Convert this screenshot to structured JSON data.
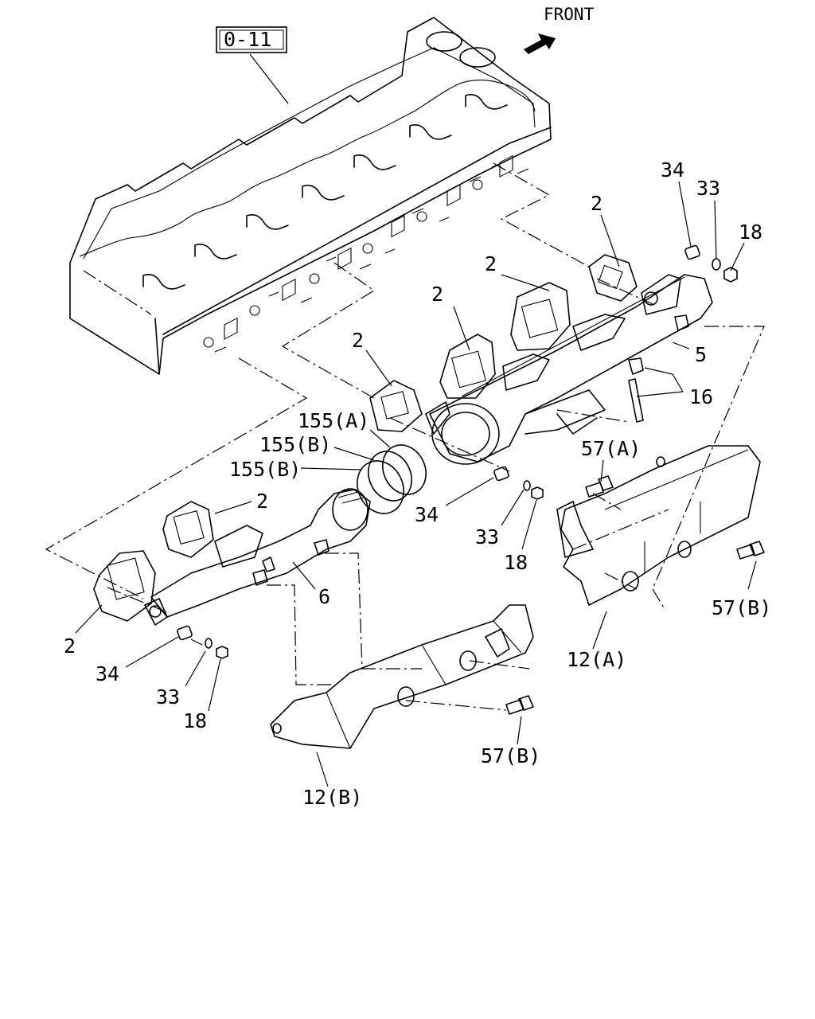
{
  "ref_box": "0-11",
  "front": "FRONT",
  "callouts": {
    "c34a": "34",
    "c33a": "33",
    "c18a": "18",
    "c2a": "2",
    "c2b": "2",
    "c2c": "2",
    "c2d": "2",
    "c2e": "2",
    "c2f": "2",
    "c5": "5",
    "c16": "16",
    "c155a": "155(A)",
    "c155b1": "155(B)",
    "c155b2": "155(B)",
    "c57a": "57(A)",
    "c34b": "34",
    "c33b": "33",
    "c18b": "18",
    "c6": "6",
    "c34c": "34",
    "c33c": "33",
    "c18c": "18",
    "c57b1": "57(B)",
    "c12a": "12(A)",
    "c57b2": "57(B)",
    "c12b": "12(B)"
  }
}
